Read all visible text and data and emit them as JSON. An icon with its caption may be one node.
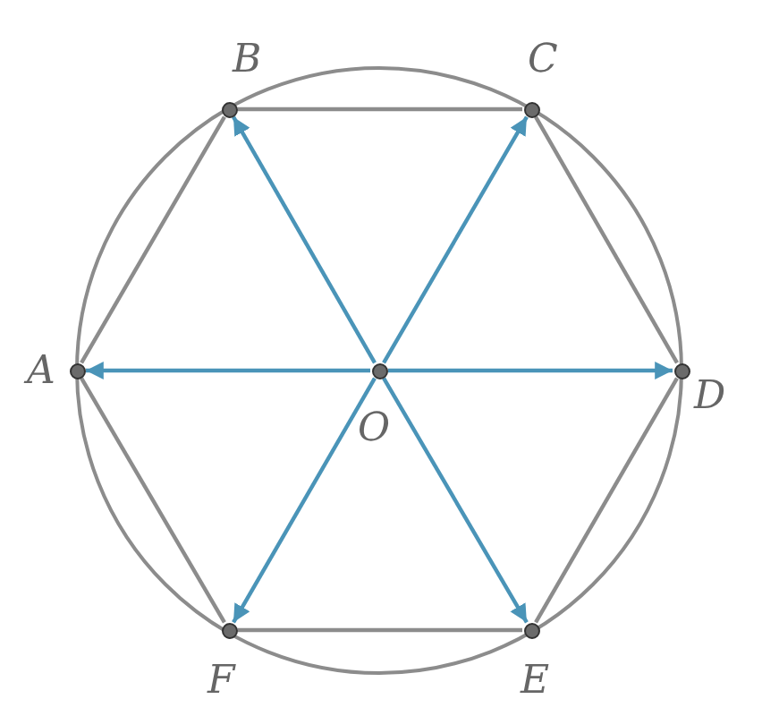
{
  "diagram": {
    "nodes": [
      {
        "text": [],
        "shape": "circle",
        "beside": [
          "B"
        ]
      },
      {
        "text": [],
        "shape": "circle",
        "beside": [
          "C"
        ]
      },
      {
        "text": [],
        "shape": "circle",
        "beside": [
          "A"
        ]
      },
      {
        "text": [],
        "shape": "circle",
        "beside": [
          "O"
        ]
      },
      {
        "text": [],
        "shape": "circle",
        "beside": [
          "D"
        ]
      },
      {
        "text": [],
        "shape": "circle",
        "beside": [
          "F"
        ]
      },
      {
        "text": [],
        "shape": "circle",
        "beside": [
          "E"
        ]
      }
    ],
    "edges": [
      {
        "from": 2,
        "to": 0,
        "arrow": "none",
        "color": "#8c8c8c"
      },
      {
        "from": 0,
        "to": 1,
        "arrow": "none",
        "color": "#8c8c8c"
      },
      {
        "from": 1,
        "to": 4,
        "arrow": "none",
        "color": "#8c8c8c"
      },
      {
        "from": 4,
        "to": 6,
        "arrow": "none",
        "color": "#8c8c8c"
      },
      {
        "from": 6,
        "to": 5,
        "arrow": "none",
        "color": "#8c8c8c"
      },
      {
        "from": 5,
        "to": 2,
        "arrow": "none",
        "color": "#8c8c8c"
      },
      {
        "from": 3,
        "to": 2,
        "arrow": "to",
        "color": "#4a94b8"
      },
      {
        "from": 3,
        "to": 0,
        "arrow": "to",
        "color": "#4a94b8"
      },
      {
        "from": 3,
        "to": 1,
        "arrow": "to",
        "color": "#4a94b8"
      },
      {
        "from": 3,
        "to": 4,
        "arrow": "to",
        "color": "#4a94b8"
      },
      {
        "from": 3,
        "to": 6,
        "arrow": "to",
        "color": "#4a94b8"
      },
      {
        "from": 3,
        "to": 5,
        "arrow": "to",
        "color": "#4a94b8"
      }
    ]
  }
}
